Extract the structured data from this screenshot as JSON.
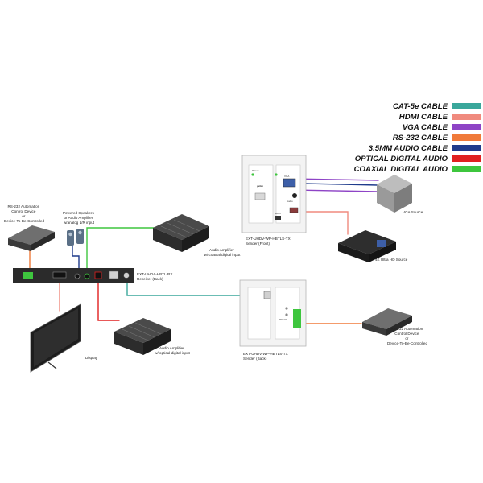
{
  "legend": {
    "items": [
      {
        "label": "CAT-5e CABLE",
        "color": "#3aa79b"
      },
      {
        "label": "HDMI CABLE",
        "color": "#f08a7e"
      },
      {
        "label": "VGA CABLE",
        "color": "#8e44c6"
      },
      {
        "label": "RS-232 CABLE",
        "color": "#f07a3a"
      },
      {
        "label": "3.5MM AUDIO CABLE",
        "color": "#1f3b8c"
      },
      {
        "label": "OPTICAL DIGITAL AUDIO",
        "color": "#e02020"
      },
      {
        "label": "COAXIAL DIGITAL AUDIO",
        "color": "#3ec63e"
      }
    ]
  },
  "labels": {
    "rs232_left": [
      "RS-232 Automation",
      "Control Device",
      "or",
      "Device-To-Be-Controlled"
    ],
    "speakers": [
      "Powered Speakers",
      "or Audio Amplifier",
      "w/analog L/R input"
    ],
    "amp_coax": [
      "Audio Amplifier",
      "w/ coaxial digital input"
    ],
    "receiver": [
      "EXT-UHDA-HBTL-RX",
      "Receiver (Back)"
    ],
    "amp_optical": [
      "Audio Amplifier",
      "w/ optical digital input"
    ],
    "display": "Display",
    "sender_front": [
      "EXT-UHDV-WP-HBTLS-TX",
      "Sender (Front)"
    ],
    "vga_source": "VGA Source",
    "uhd_source": "4K Ultra HD Source",
    "sender_back": [
      "EXT-UHDV-WP-HBTLS-TX",
      "Sender (Back)"
    ],
    "rs232_right": [
      "RS-232 Automation",
      "Control Device",
      "or",
      "Device-To-Be-Controlled"
    ]
  },
  "device_text": {
    "brand": "gefen",
    "front_power": "Power",
    "front_hdmi": "HDMI",
    "front_vga": "VGA",
    "front_audio": "Audio",
    "back_rs232": "RS-232"
  }
}
